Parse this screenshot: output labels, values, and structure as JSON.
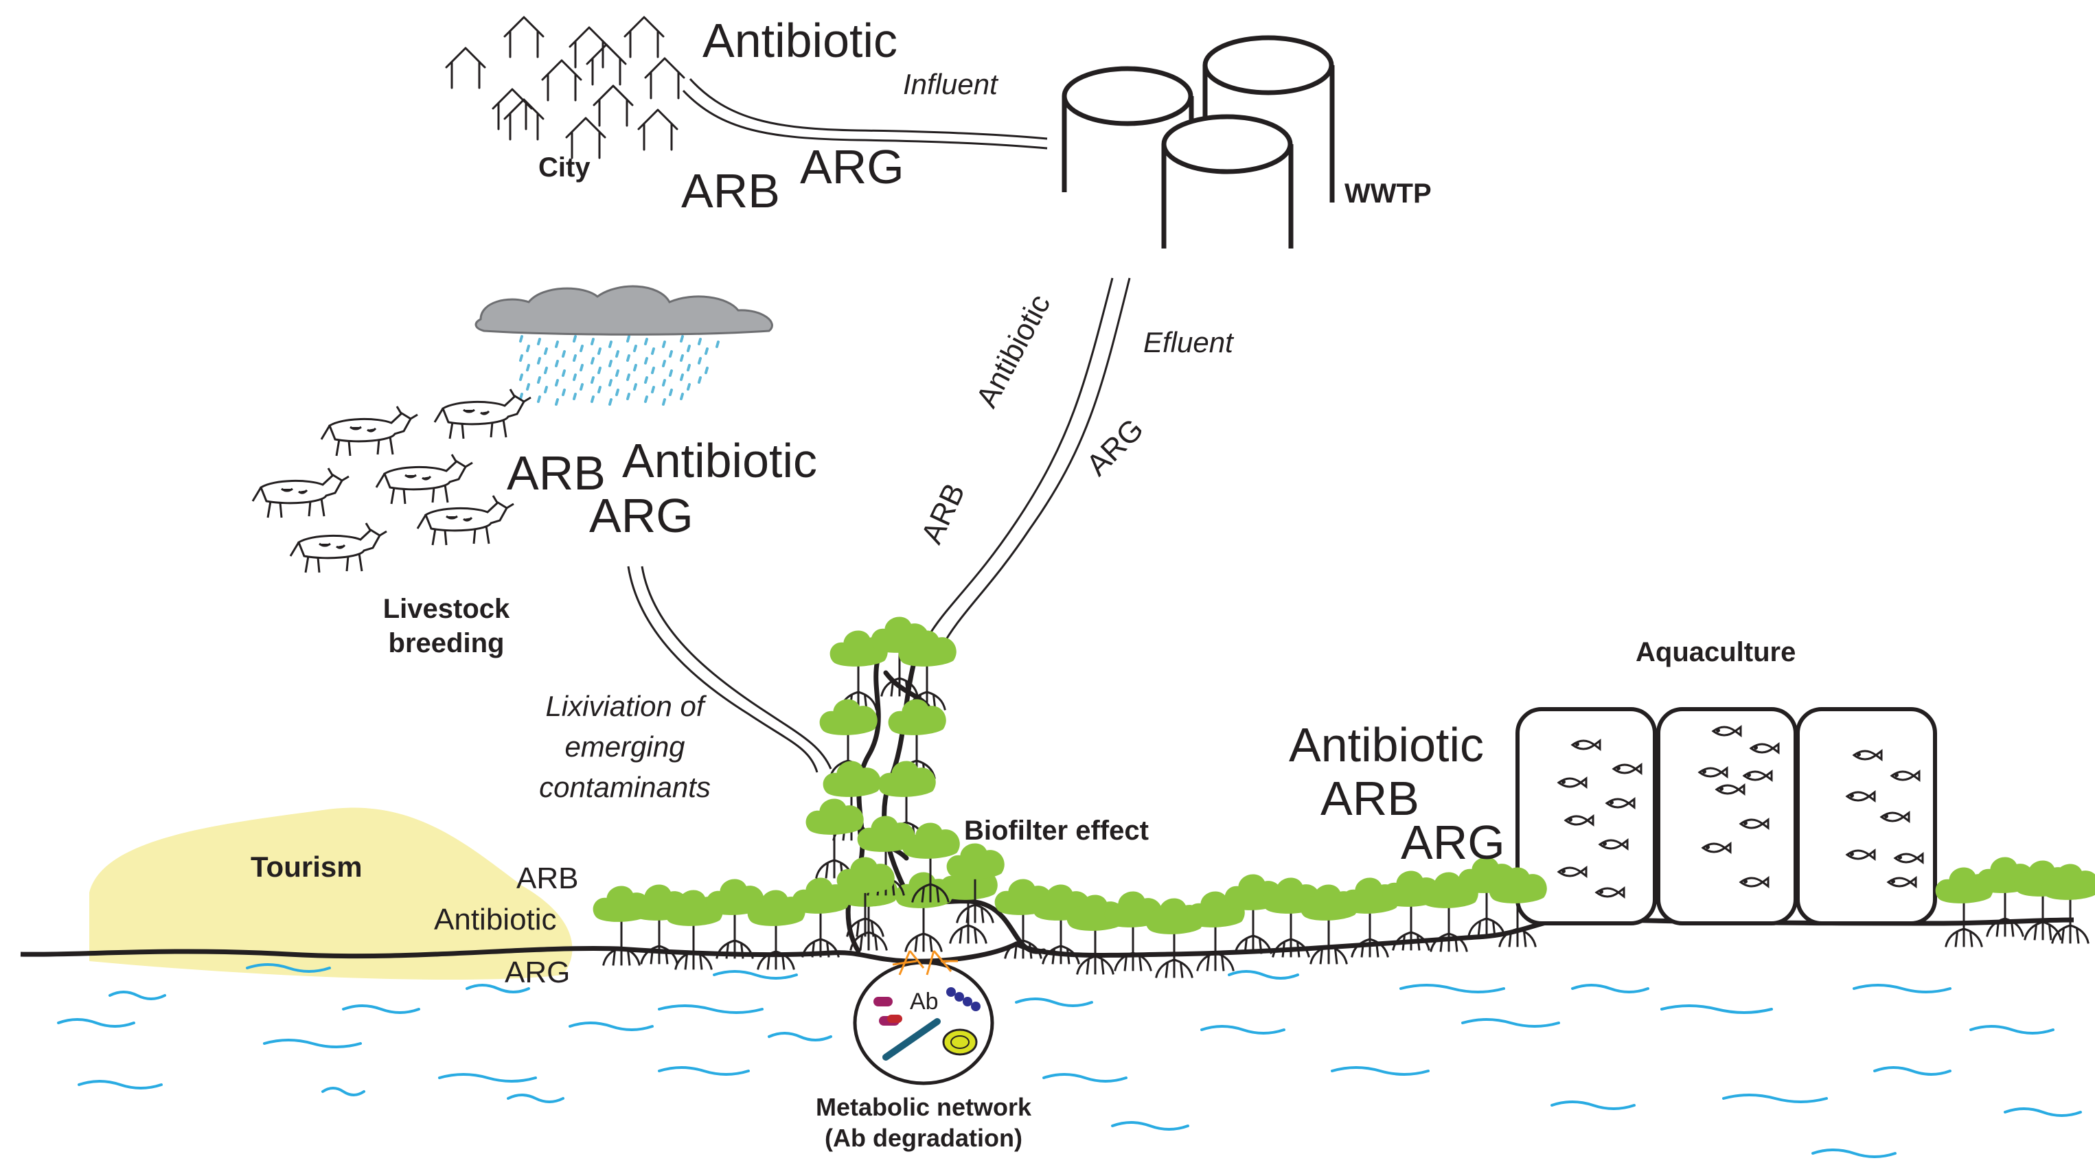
{
  "nodes": {
    "city": "City",
    "wwtp": "WWTP",
    "livestock": "Livestock\nbreeding",
    "tourism": "Tourism",
    "aquaculture": "Aquaculture",
    "biofilter": "Biofilter effect",
    "metabolic": "Metabolic network\n(Ab degradation)",
    "ab": "Ab"
  },
  "flows": {
    "influent": "Influent",
    "effluent": "Efluent",
    "lixiviation": "Lixiviation of\nemerging\ncontaminants"
  },
  "contaminants": {
    "city": {
      "antibiotic": "Antibiotic",
      "arb": "ARB",
      "arg": "ARG"
    },
    "livestock": {
      "antibiotic": "Antibiotic",
      "arb": "ARB",
      "arg": "ARG"
    },
    "effluent": {
      "antibiotic": "Antibiotic",
      "arb": "ARB",
      "arg": "ARG"
    },
    "tourism": {
      "antibiotic": "Antibiotic",
      "arb": "ARB",
      "arg": "ARG"
    },
    "aquaculture": {
      "antibiotic": "Antibiotic",
      "arb": "ARB",
      "arg": "ARG"
    }
  },
  "colors": {
    "tree_green": "#8cc63f",
    "water_blue": "#29abe2",
    "rain_blue": "#5bb7d8",
    "sand": "#f7f0ad",
    "cloud_gray": "#a7a9ac",
    "ink": "#231f20"
  },
  "icons": [
    "house-icon",
    "wwtp-tank-icon",
    "cow-icon",
    "rain-cloud-icon",
    "mangrove-tree-icon",
    "fish-icon",
    "bacteria-icon",
    "water-wave-icon"
  ]
}
